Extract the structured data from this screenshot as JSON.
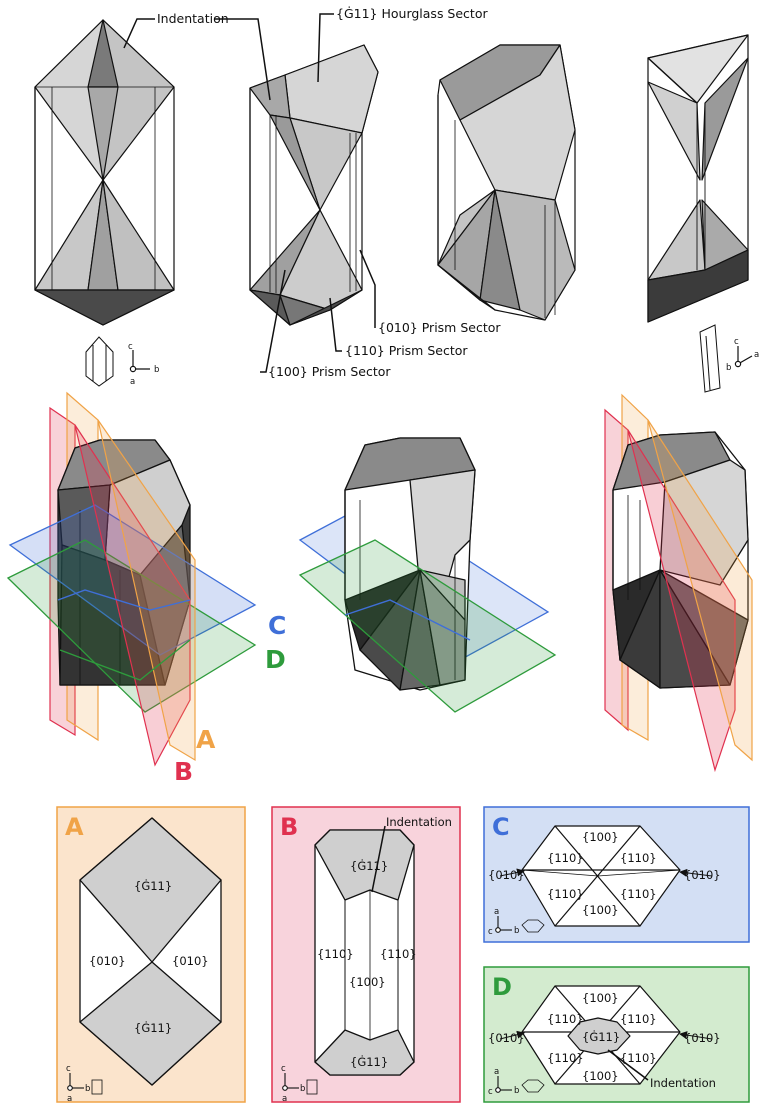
{
  "colors": {
    "plane_A": "#f0a347",
    "plane_B": "#e0314f",
    "plane_C": "#3f6fd8",
    "plane_D": "#2e9b3c",
    "panel_A_fill": "#fbe4cc",
    "panel_B_fill": "#f8d3dc",
    "panel_C_fill": "#d3dff4",
    "panel_D_fill": "#d3ebcf",
    "light_face": "#d6d6d6",
    "mid_face": "#a8a8a8",
    "dark_face": "#6f6f6f",
    "darkest_face": "#3b3b3b"
  },
  "callouts": {
    "indentation_top": "Indentation",
    "hourglass": "{Ġ11} Hourglass Sector",
    "prism_010": "{010} Prism Sector",
    "prism_110": "{110} Prism Sector",
    "prism_100": "{100} Prism Sector"
  },
  "axes": {
    "a": "a",
    "b": "b",
    "c": "c"
  },
  "plane_labels": {
    "A": "A",
    "B": "B",
    "C": "C",
    "D": "D"
  },
  "panels": {
    "A": {
      "letter": "A",
      "faces": [
        "{Ġ11}",
        "{010}",
        "{010}",
        "{Ġ11}"
      ]
    },
    "B": {
      "letter": "B",
      "indentation": "Indentation",
      "faces": [
        "{Ġ11}",
        "{110}",
        "{110}",
        "{100}",
        "{Ġ11}"
      ]
    },
    "C": {
      "letter": "C",
      "faces": [
        "{100}",
        "{110}",
        "{110}",
        "{010}",
        "{010}",
        "{110}",
        "{110}",
        "{100}"
      ]
    },
    "D": {
      "letter": "D",
      "indentation": "Indentation",
      "faces": [
        "{100}",
        "{110}",
        "{110}",
        "{010}",
        "{Ġ11}",
        "{010}",
        "{110}",
        "{110}",
        "{100}"
      ]
    }
  }
}
